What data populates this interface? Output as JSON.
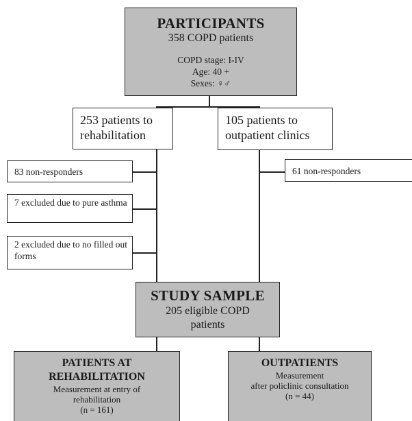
{
  "participants": {
    "title": "PARTICIPANTS",
    "count": "358 COPD patients",
    "stage": "COPD stage: I-IV",
    "age": "Age: 40 +",
    "sexes": "Sexes: ♀♂"
  },
  "branch_left": {
    "label": "253 patients to rehabilitation"
  },
  "branch_right": {
    "label": "105 patients to outpatient clinics"
  },
  "exclusions_left": [
    "83 non-responders",
    "7 excluded due to pure asthma",
    "2 excluded due to no filled out forms"
  ],
  "exclusions_right": [
    "61 non-responders"
  ],
  "study_sample": {
    "title": "STUDY SAMPLE",
    "line1": "205 eligible COPD",
    "line2": "patients"
  },
  "group_left": {
    "title1": "PATIENTS AT",
    "title2": "REHABILITATION",
    "desc1": "Measurement at entry of",
    "desc2": "rehabilitation",
    "n": "(n = 161)"
  },
  "group_right": {
    "title": "OUTPATIENTS",
    "desc1": "Measurement",
    "desc2": "after policlinic consultation",
    "n": "(n = 44)"
  }
}
